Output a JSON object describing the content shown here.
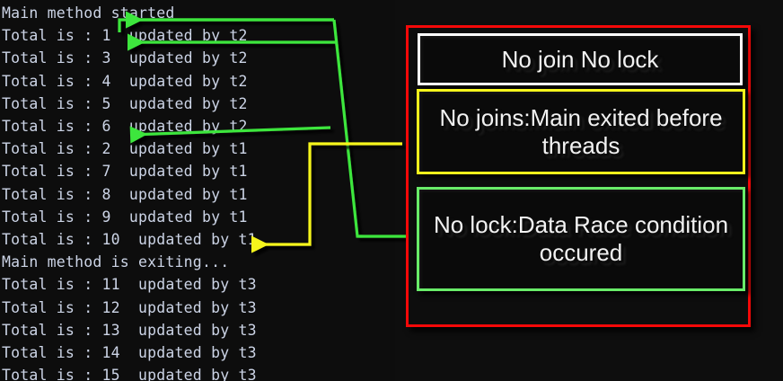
{
  "console": {
    "name": "thread-output-console",
    "text_color": "#ccd4e6",
    "background": "#0d0d0d",
    "lines": [
      "Main method started",
      "Total is : 1  updated by t2",
      "Total is : 3  updated by t2",
      "Total is : 4  updated by t2",
      "Total is : 5  updated by t2",
      "Total is : 6  updated by t2",
      "Total is : 2  updated by t1",
      "Total is : 7  updated by t1",
      "Total is : 8  updated by t1",
      "Total is : 9  updated by t1",
      "Total is : 10  updated by t1",
      "Main method is exiting...",
      "Total is : 11  updated by t3",
      "Total is : 12  updated by t3",
      "Total is : 13  updated by t3",
      "Total is : 14  updated by t3",
      "Total is : 15  updated by t3"
    ]
  },
  "annotations": {
    "outer_box_color": "#f40808",
    "callouts": [
      {
        "id": "no-join-no-lock",
        "border_color": "#ffffff",
        "text": "No join No lock"
      },
      {
        "id": "no-joins-main-exited",
        "border_color": "#f5f51c",
        "text": "No joins:Main exited before threads"
      },
      {
        "id": "no-lock-data-race",
        "border_color": "#69ec69",
        "text": "No lock:Data Race condition occured"
      }
    ],
    "arrows": [
      {
        "id": "green-arrow-to-total-1",
        "color": "#3de63d",
        "target_line": "Total is : 1  updated by t2"
      },
      {
        "id": "green-arrow-to-total-3",
        "color": "#3de63d",
        "target_line": "Total is : 3  updated by t2"
      },
      {
        "id": "green-arrow-to-total-2",
        "color": "#3de63d",
        "target_line": "Total is : 2  updated by t1"
      },
      {
        "id": "yellow-arrow-to-main-exiting",
        "color": "#f5f51c",
        "target_line": "Main method is exiting..."
      }
    ]
  }
}
